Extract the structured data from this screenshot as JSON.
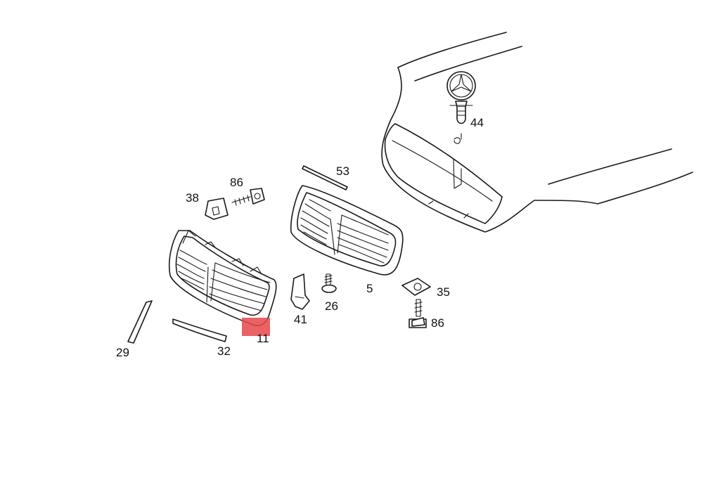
{
  "diagram": {
    "highlight_color": "#e8474a",
    "highlighted_part": "11",
    "labels": {
      "p44": "44",
      "p53": "53",
      "p86a": "86",
      "p38": "38",
      "p5": "5",
      "p35": "35",
      "p26": "26",
      "p41": "41",
      "p86b": "86",
      "p11": "11",
      "p29": "29",
      "p32": "32"
    }
  }
}
